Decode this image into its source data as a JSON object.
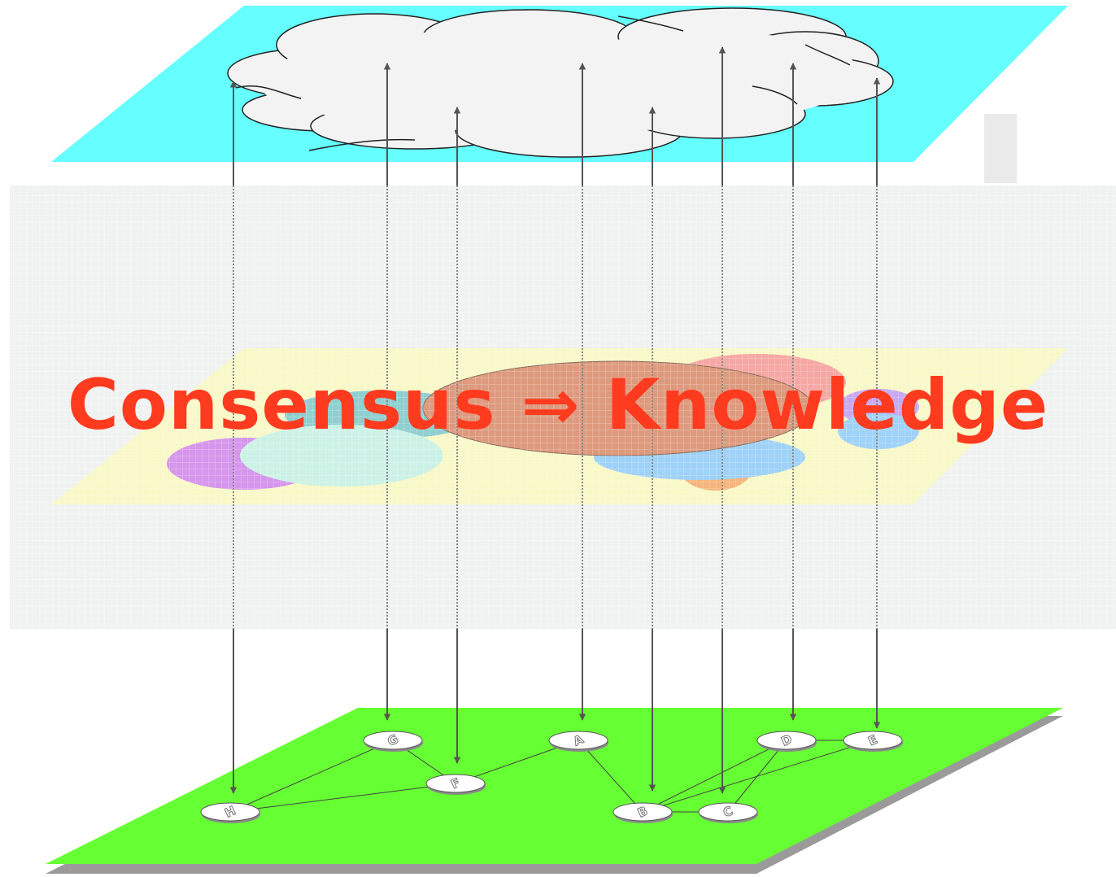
{
  "headline": "Consensus ⇒ Knowledge",
  "nodes": [
    {
      "id": "G",
      "label": "G"
    },
    {
      "id": "A",
      "label": "A"
    },
    {
      "id": "D",
      "label": "D"
    },
    {
      "id": "E",
      "label": "E"
    },
    {
      "id": "F",
      "label": "F"
    },
    {
      "id": "H",
      "label": "H"
    },
    {
      "id": "B",
      "label": "B"
    },
    {
      "id": "C",
      "label": "C"
    }
  ],
  "edges": [
    [
      "H",
      "G"
    ],
    [
      "H",
      "F"
    ],
    [
      "G",
      "F"
    ],
    [
      "F",
      "A"
    ],
    [
      "A",
      "B"
    ],
    [
      "B",
      "C"
    ],
    [
      "B",
      "D"
    ],
    [
      "B",
      "E"
    ],
    [
      "C",
      "D"
    ],
    [
      "D",
      "E"
    ]
  ],
  "colors": {
    "top_plane": "#66ffff",
    "cloud": "#f2f3f2",
    "middle_plane": "#f8f8c8",
    "bottom_plane": "#66ff33",
    "bottom_plane_shadow": "#9a9a9a",
    "headline": "#ff3b1f",
    "arrow": "#555555",
    "grid_panel": "#eef0f0",
    "region_orange_brown": "#de9a7e",
    "region_purple": "#d696ec",
    "region_mint": "#ccf2e6",
    "region_teal": "#8fcfcf",
    "region_red": "#f6a8a4",
    "region_light_blue": "#9fd2f8",
    "region_orange": "#f6b57c",
    "region_lavender": "#c8a8f2"
  }
}
